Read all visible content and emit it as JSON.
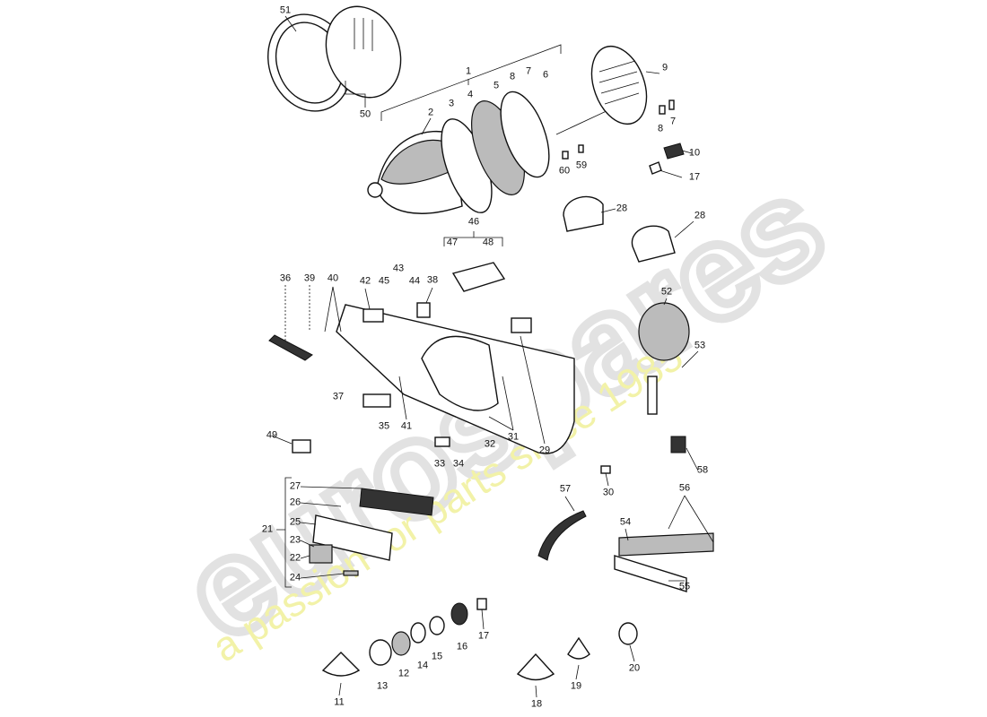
{
  "watermark": {
    "brand": "eurospares",
    "tagline": "a passion for parts since 1985"
  },
  "labels": [
    "51",
    "50",
    "1",
    "2",
    "3",
    "4",
    "5",
    "8",
    "7",
    "6",
    "9",
    "7",
    "8",
    "10",
    "17",
    "60",
    "59",
    "28",
    "28",
    "46",
    "47",
    "48",
    "36",
    "39",
    "40",
    "42",
    "45",
    "43",
    "44",
    "38",
    "52",
    "53",
    "37",
    "35",
    "41",
    "32",
    "31",
    "29",
    "33",
    "34",
    "49",
    "58",
    "30",
    "57",
    "56",
    "54",
    "55",
    "27",
    "26",
    "21",
    "25",
    "23",
    "22",
    "24",
    "17",
    "16",
    "15",
    "14",
    "12",
    "13",
    "11",
    "18",
    "19",
    "20"
  ]
}
